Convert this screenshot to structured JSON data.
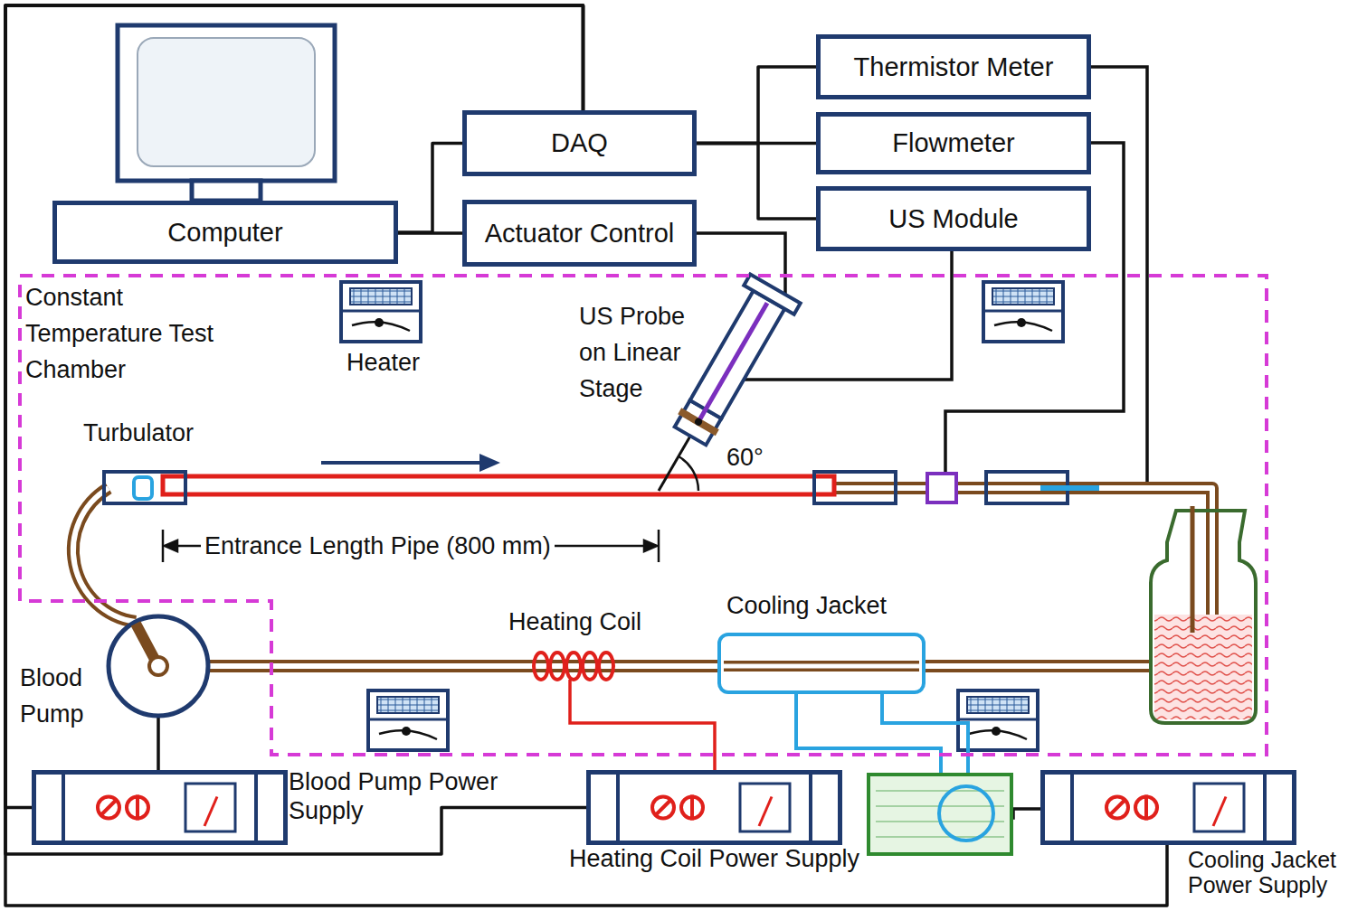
{
  "diagram": {
    "nodes": [
      {
        "text": [
          "Computer"
        ]
      },
      {
        "text": [
          "DAQ"
        ]
      },
      {
        "text": [
          "Actuator Control"
        ]
      },
      {
        "text": [
          "Thermistor Meter"
        ]
      },
      {
        "text": [
          "Flowmeter"
        ]
      },
      {
        "text": [
          "US Module"
        ]
      },
      {
        "text": [
          "Constant Temperature Test Chamber"
        ]
      },
      {
        "text": [
          "Blood Pump Power Supply"
        ]
      },
      {
        "text": [
          "Heating Coil Power Supply"
        ]
      },
      {
        "text": [
          "Cooling Jacket Power Supply"
        ]
      }
    ],
    "edges": [
      {
        "from": 0,
        "to": 1,
        "arrow": "none"
      },
      {
        "from": 0,
        "to": 2,
        "arrow": "none"
      },
      {
        "from": 1,
        "to": 3,
        "arrow": "none"
      },
      {
        "from": 1,
        "to": 4,
        "arrow": "none"
      },
      {
        "from": 1,
        "to": 5,
        "arrow": "none"
      },
      {
        "from": 1,
        "to": 7,
        "arrow": "none"
      },
      {
        "from": 1,
        "to": 8,
        "arrow": "none"
      },
      {
        "from": 1,
        "to": 9,
        "arrow": "none"
      }
    ],
    "labels": [
      "Heater",
      "US Probe on Linear Stage",
      "Turbulator",
      "Entrance Length Pipe (800 mm)",
      "60°",
      "Blood Pump",
      "Heating Coil",
      "Cooling Jacket"
    ]
  }
}
